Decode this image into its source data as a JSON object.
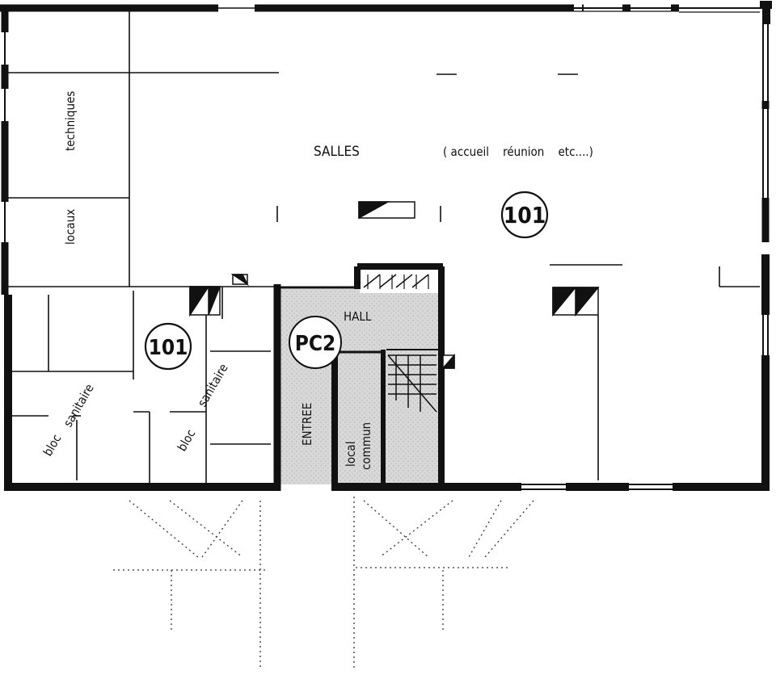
{
  "labels": {
    "salles": "SALLES",
    "accueil": "( accueil    réunion    etc....)",
    "room_main": "101",
    "room_left": "101",
    "pc2": "PC2",
    "hall": "HALL",
    "entree": "ENTREE",
    "local": "local",
    "commun": "commun",
    "techniques": "techniques",
    "locaux": "locaux",
    "sanitaire_1": "sanitaire",
    "bloc_1": "bloc",
    "sanitaire_2": "sanitaire",
    "bloc_2": "bloc"
  },
  "colors": {
    "wall": "#111111",
    "hall_fill": "#d6d6d6",
    "background": "#ffffff"
  }
}
